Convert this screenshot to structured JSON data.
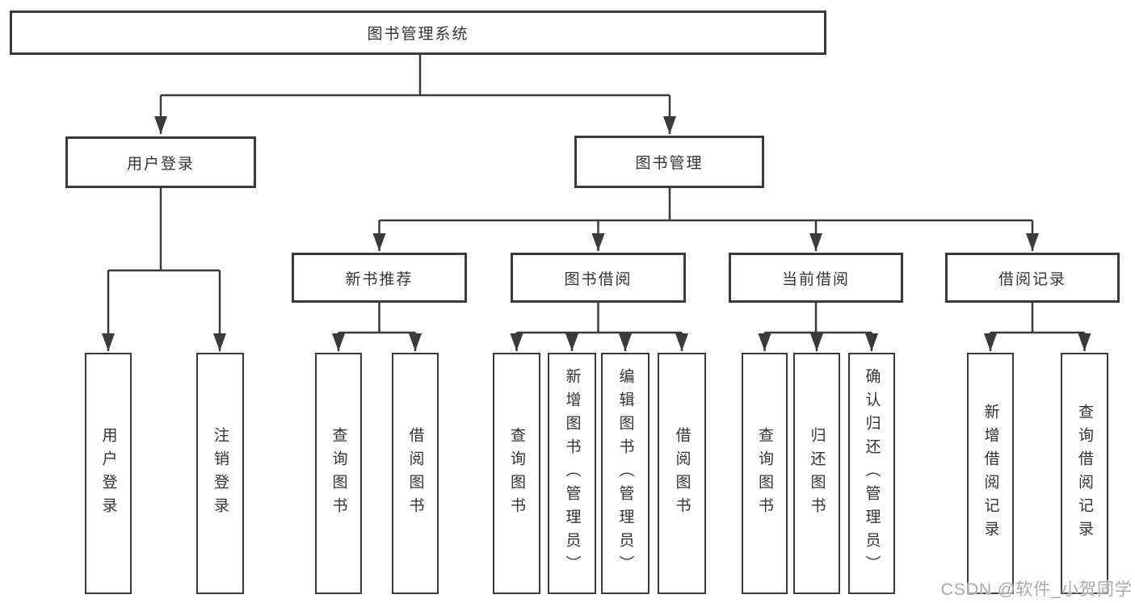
{
  "diagram": {
    "root": {
      "label": "图书管理系统"
    },
    "branches": [
      {
        "label": "用户登录",
        "children": [
          {
            "label": "用户登录"
          },
          {
            "label": "注销登录"
          }
        ]
      },
      {
        "label": "图书管理",
        "children": [
          {
            "label": "新书推荐",
            "children": [
              {
                "label": "查询图书"
              },
              {
                "label": "借阅图书"
              }
            ]
          },
          {
            "label": "图书借阅",
            "children": [
              {
                "label": "查询图书"
              },
              {
                "label": "新增图书（管理员）"
              },
              {
                "label": "编辑图书（管理员）"
              },
              {
                "label": "借阅图书"
              }
            ]
          },
          {
            "label": "当前借阅",
            "children": [
              {
                "label": "查询图书"
              },
              {
                "label": "归还图书"
              },
              {
                "label": "确认归还（管理员）"
              }
            ]
          },
          {
            "label": "借阅记录",
            "children": [
              {
                "label": "新增借阅记录"
              },
              {
                "label": "查询借阅记录"
              }
            ]
          }
        ]
      }
    ]
  },
  "watermark": {
    "text": "CSDN @软件_小贺同学"
  },
  "colors": {
    "line": "#3a3a3a",
    "box_border": "#3a3a3a",
    "box_fill": "#ffffff",
    "text": "#333333",
    "watermark": "#a9a9a9",
    "background": "#ffffff"
  }
}
